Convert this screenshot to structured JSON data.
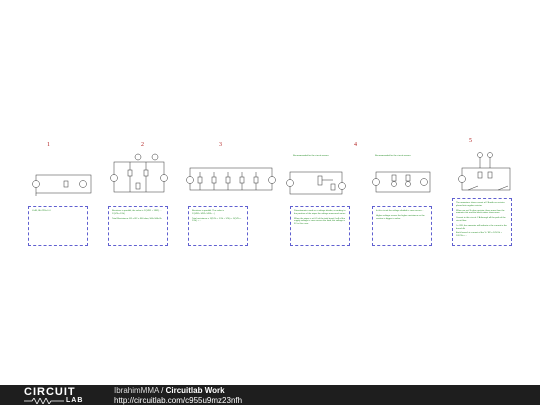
{
  "panels": [
    {
      "number": "1",
      "caption": "",
      "box_text": [
        "V=IR, IR=7/5V=1.4"
      ]
    },
    {
      "number": "2",
      "caption": "",
      "box_text": [
        "Resistors in parallel, the value is 1/(1/R1 + 1/R2) ... 1/(1/1k+1/1k)",
        "Total Resistance: R1 = R2 = 500 ohm, 500+500=1k"
      ]
    },
    {
      "number": "3",
      "caption": "",
      "box_text": [
        "Resistors in parallel. The value is 1/(1/R1+1/R2+1/R3+...)",
        "Total resistance = 1/(1/1k + 1/1k + 1/1k) + 1/(1/1k + 1/1k) + ..."
      ]
    },
    {
      "number": "4",
      "caption": "Recommended for the circuit answer",
      "box_text": [
        "Potentiometer used as a voltage divider, according to the position of the wiper the voltage measured varies.",
        "When the wiper is at 0.5 of the total travel, half of the supply voltage is seen across the load, the voltage is 5V in this case."
      ]
    },
    {
      "number": "",
      "caption": "Recommended for the circuit answer",
      "box_text": [
        "In this circuit the voltage divided is seen across...",
        "Higher voltage across the higher resistance as the resistor is bigger in value."
      ]
    },
    {
      "number": "5",
      "caption": "",
      "box_text": [
        "The ammeters show current of 2 A with no resistor placed into regular resistor.",
        "When we put 1k ohm resistor, there more than the ammeter not and the black meter show more.",
        "Current in this circuit: 2 A through all the path of the circuit flow.",
        "I = V/R, the ammeter will indicate a the current in the branch A.",
        "Each branch is current of the V / R2 = 10V/1k + 10V/1k = ..."
      ]
    }
  ],
  "footer": {
    "logo_top": "CIRCUIT",
    "logo_bottom": "LAB",
    "user": "IbrahimMMA",
    "separator": " / ",
    "title": "Circuitlab Work",
    "url": "http://circuitlab.com/c955u9mz23nfh"
  }
}
